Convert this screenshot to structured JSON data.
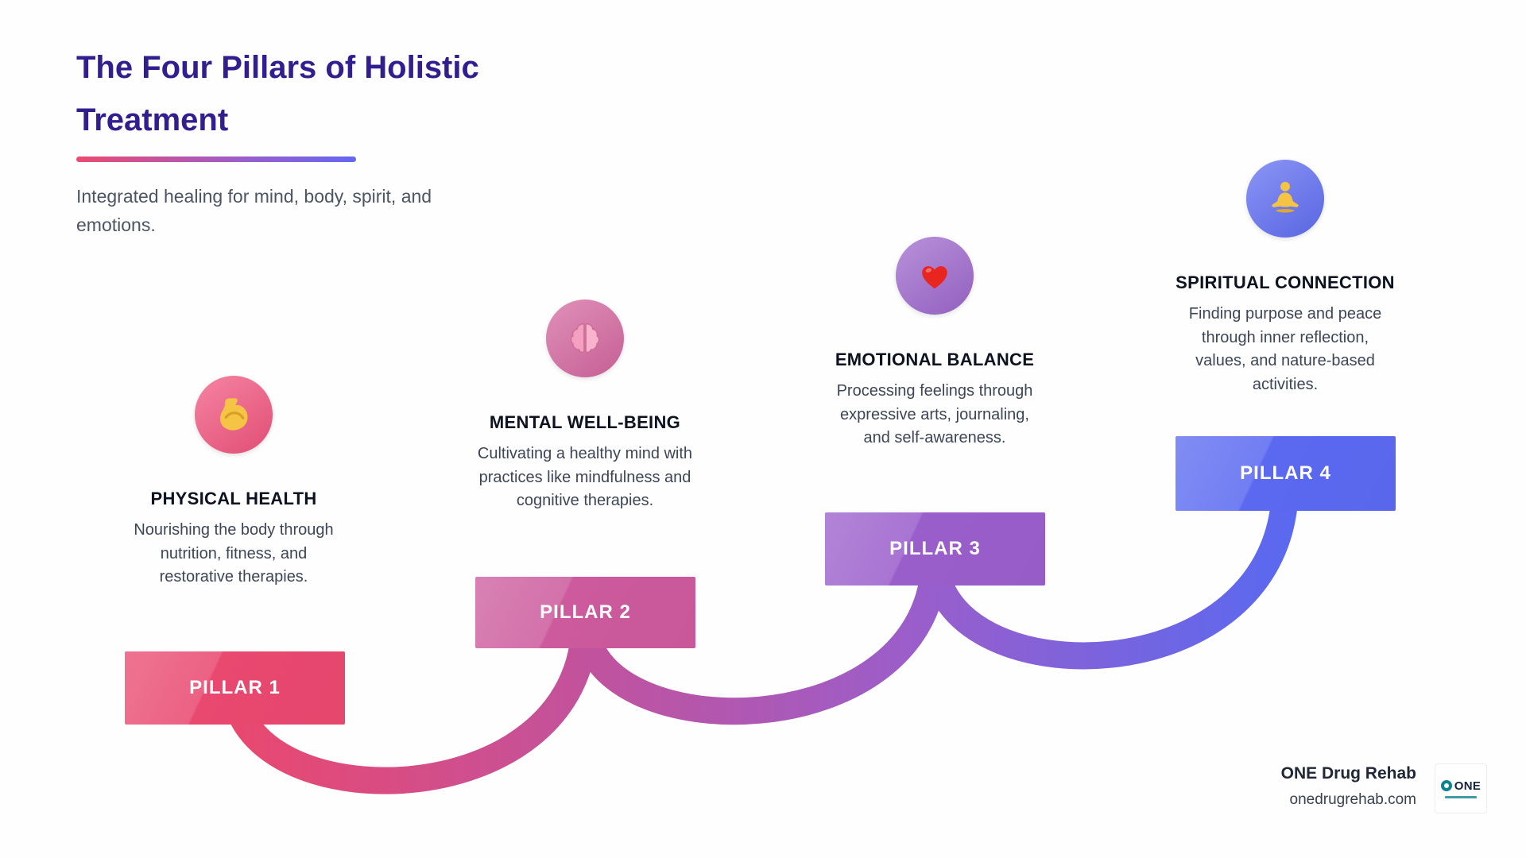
{
  "page": {
    "title": "The Four Pillars of Holistic Treatment",
    "subtitle": "Integrated healing for mind, body, spirit, and emotions.",
    "accent_gradient": [
      "#ec4b72",
      "#6467f2"
    ]
  },
  "pillars": [
    {
      "label": "PILLAR 1",
      "heading": "PHYSICAL HEALTH",
      "description": "Nourishing the body through nutrition, fitness, and restorative therapies.",
      "icon": "flexed-biceps-icon",
      "color": "#e9486f",
      "circle_color": "#f2547e"
    },
    {
      "label": "PILLAR 2",
      "heading": "MENTAL WELL-BEING",
      "description": "Cultivating a healthy mind with practices like mindfulness and cognitive therapies.",
      "icon": "brain-icon",
      "color": "#cc5a9d",
      "circle_color": "#d4669f"
    },
    {
      "label": "PILLAR 3",
      "heading": "EMOTIONAL BALANCE",
      "description": "Processing feelings through expressive arts, journaling, and self-awareness.",
      "icon": "heart-icon",
      "color": "#9a5ecb",
      "circle_color": "#9d67cd"
    },
    {
      "label": "PILLAR 4",
      "heading": "SPIRITUAL CONNECTION",
      "description": "Finding purpose and peace through inner reflection, values, and nature-based activities.",
      "icon": "meditation-icon",
      "color": "#5a69f0",
      "circle_color": "#5f6df2"
    }
  ],
  "connector": {
    "gradient": [
      "#e9486f",
      "#c0539f",
      "#9a5ecb",
      "#5a69f0"
    ]
  },
  "footer": {
    "brand": "ONE Drug Rehab",
    "website": "onedrugrehab.com",
    "logo_text": "ONE"
  }
}
